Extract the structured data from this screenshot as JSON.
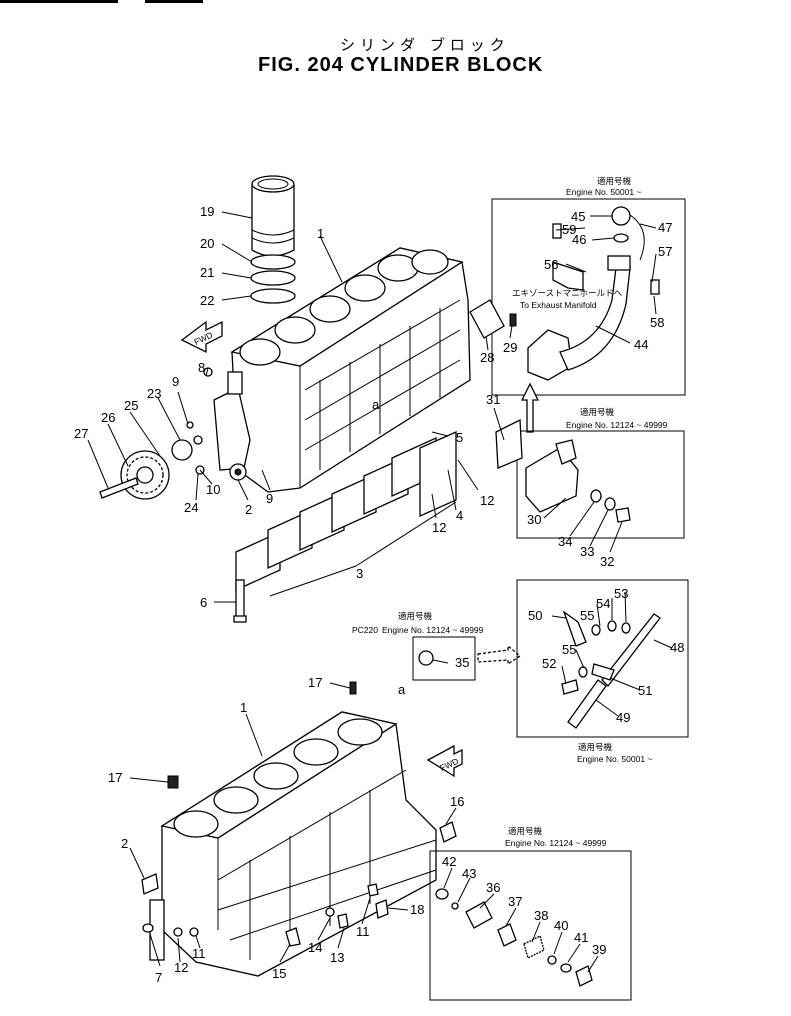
{
  "header": {
    "title_jp": "シリンダ ブロック",
    "title_en": "FIG. 204  CYLINDER BLOCK"
  },
  "boxes": {
    "top_right": {
      "label_jp": "適用号機",
      "engine": "Engine No. 50001 ~"
    },
    "mid_right": {
      "label_jp": "適用号機",
      "engine": "Engine No. 12124 ~ 49999"
    },
    "mid_center": {
      "label_jp": "適用号機",
      "model": "PC220",
      "engine": "Engine No. 12124 ~ 49999"
    },
    "lower_right": {
      "label_jp": "適用号機",
      "engine": "Engine No. 50001 ~"
    },
    "bottom_right": {
      "label_jp": "適用号機",
      "engine": "Engine No. 12124 ~ 49999"
    }
  },
  "annotations": {
    "exhaust_jp": "エキゾーストマニホールドへ",
    "exhaust_en": "To Exhaust Manifold",
    "fwd_label": "FWD",
    "detail_a": "a"
  },
  "callouts": [
    "1",
    "2",
    "3",
    "4",
    "5",
    "6",
    "7",
    "8",
    "9",
    "10",
    "11",
    "12",
    "13",
    "14",
    "15",
    "16",
    "17",
    "18",
    "19",
    "20",
    "21",
    "22",
    "23",
    "24",
    "25",
    "26",
    "27",
    "28",
    "29",
    "30",
    "31",
    "32",
    "33",
    "34",
    "35",
    "36",
    "37",
    "38",
    "39",
    "40",
    "41",
    "42",
    "43",
    "44",
    "45",
    "46",
    "47",
    "48",
    "49",
    "50",
    "51",
    "52",
    "53",
    "54",
    "55",
    "56",
    "57",
    "58",
    "59"
  ],
  "colors": {
    "ink": "#000000",
    "paper": "#ffffff"
  }
}
